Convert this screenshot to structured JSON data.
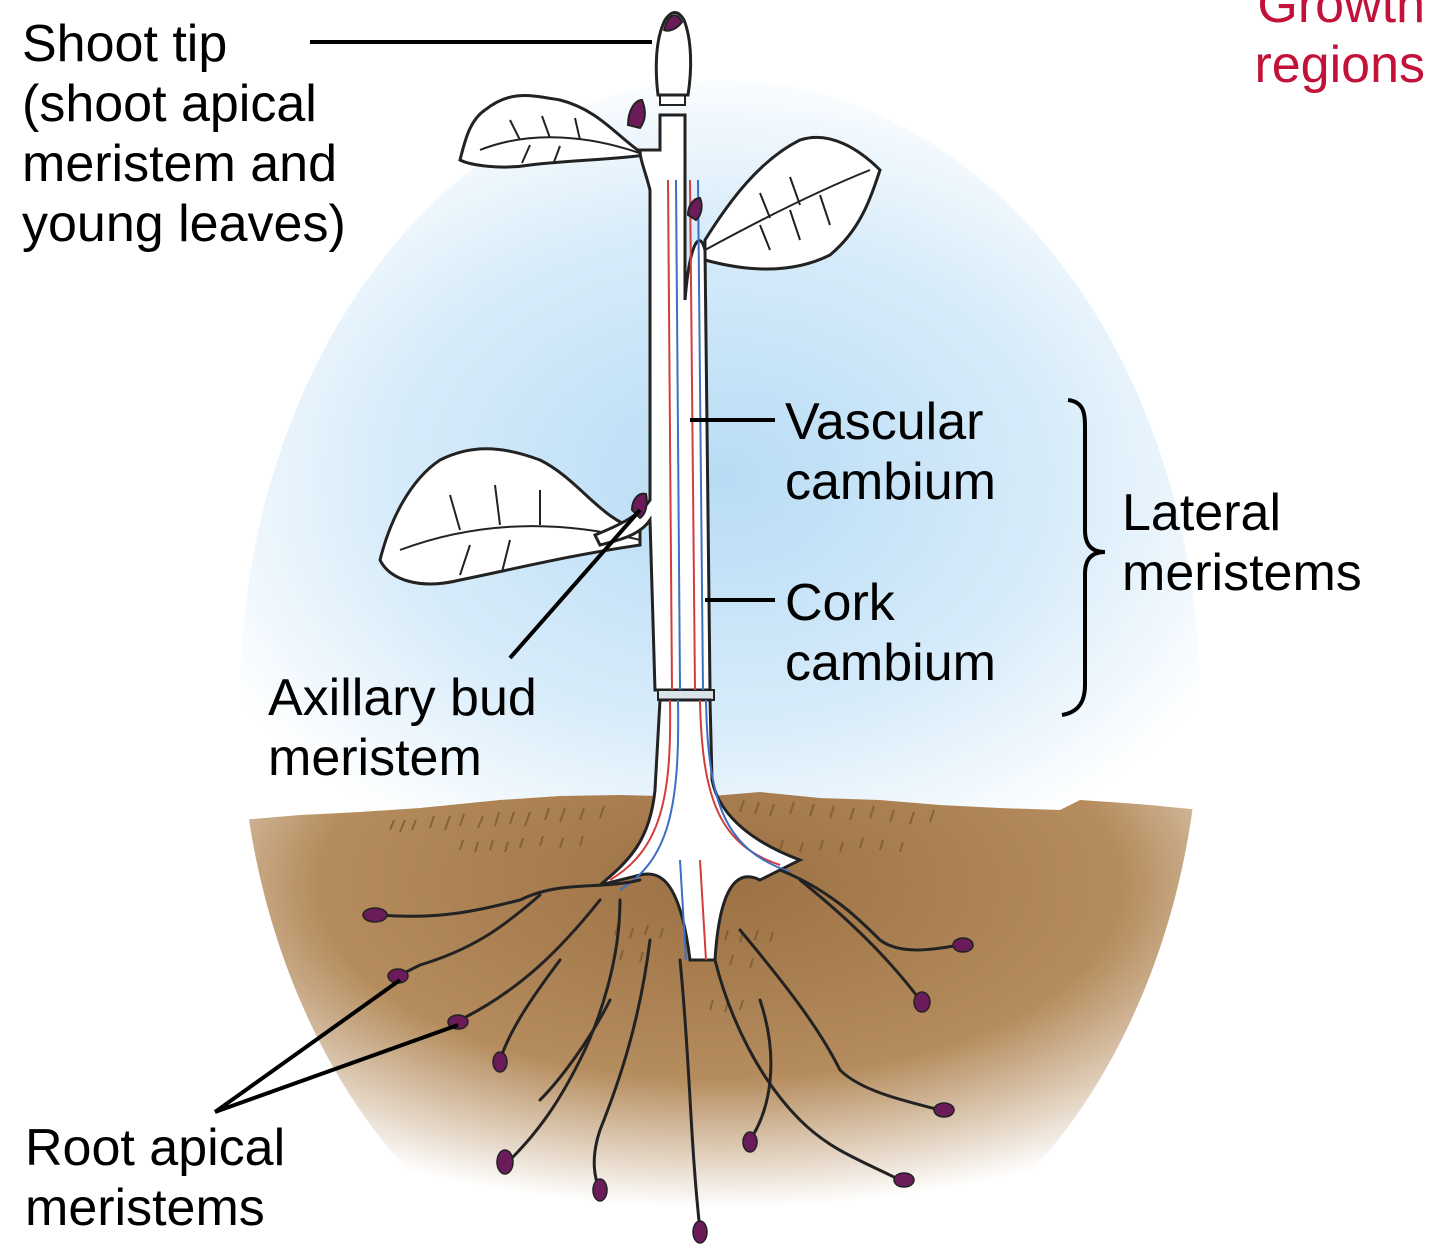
{
  "header": {
    "title_lines": [
      "Growth",
      "regions"
    ],
    "title_color": "#c3123a"
  },
  "labels": {
    "shoot_tip": [
      "Shoot tip",
      "(shoot apical",
      "meristem and",
      "young leaves)"
    ],
    "vascular_cambium": [
      "Vascular",
      "cambium"
    ],
    "cork_cambium": [
      "Cork",
      "cambium"
    ],
    "lateral_meristems": [
      "Lateral",
      "meristems"
    ],
    "axillary_bud": [
      "Axillary bud",
      "meristem"
    ],
    "root_apical": [
      "Root apical",
      "meristems"
    ]
  },
  "colors": {
    "sky": "#cfe6f7",
    "soil": "#b78e5e",
    "meristem": "#6b1a5a",
    "xylem": "#d43b3b",
    "phloem": "#3a6fc4"
  }
}
